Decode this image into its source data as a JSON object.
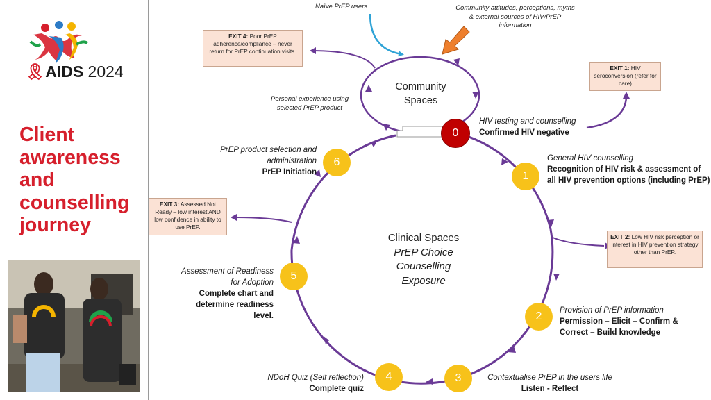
{
  "sidebar": {
    "logo_word": "AIDS",
    "logo_year": "2024",
    "title": "Client awareness and counselling journey"
  },
  "community": {
    "title_line1": "Community",
    "title_line2": "Spaces"
  },
  "clinical": {
    "line1": "Clinical Spaces",
    "line2": "PrEP Choice",
    "line3": "Counselling",
    "line4": "Exposure"
  },
  "inputs": {
    "naive": "Naïve PrEP users",
    "community_attitudes": "Community attitudes, perceptions, myths & external sources of HIV/PrEP information",
    "personal_experience": "Personal experience using selected PrEP product"
  },
  "exits": {
    "exit1_title": "EXIT 1:",
    "exit1_text": "HIV seroconversion (refer for care)",
    "exit2_title": "EXIT 2:",
    "exit2_text": "Low HIV risk perception or interest in HIV prevention strategy other than PrEP.",
    "exit3_title": "EXIT 3:",
    "exit3_text": "Assessed Not Ready – low interest AND low confidence in ability to use PrEP.",
    "exit4_title": "EXIT 4:",
    "exit4_text": "Poor PrEP adherence/compliance – never return for PrEP continuation visits."
  },
  "steps": [
    {
      "num": "0",
      "italic": "HIV testing and counselling",
      "bold": "Confirmed HIV negative"
    },
    {
      "num": "1",
      "italic": "General HIV counselling",
      "bold": "Recognition of HIV risk & assessment of all HIV prevention options (including PrEP)"
    },
    {
      "num": "2",
      "italic": "Provision of PrEP information",
      "bold": "Permission – Elicit – Confirm & Correct – Build knowledge"
    },
    {
      "num": "3",
      "italic": "Contextualise PrEP in the users life",
      "bold": "Listen - Reflect"
    },
    {
      "num": "4",
      "italic": "NDoH Quiz (Self reflection)",
      "bold": "Complete quiz"
    },
    {
      "num": "5",
      "italic": "Assessment of Readiness for Adoption",
      "bold": "Complete chart and determine readiness level."
    },
    {
      "num": "6",
      "italic": "PrEP product selection and administration",
      "bold": "PrEP Initiation"
    }
  ],
  "colors": {
    "cycle": "#6a3a96",
    "step_node": "#f7c21a",
    "start_node": "#c00000",
    "title_red": "#d61f2c",
    "exit_bg": "#fbe2d5",
    "naive_arrow": "#2fa3d6",
    "community_arrow": "#ee7f2d"
  }
}
